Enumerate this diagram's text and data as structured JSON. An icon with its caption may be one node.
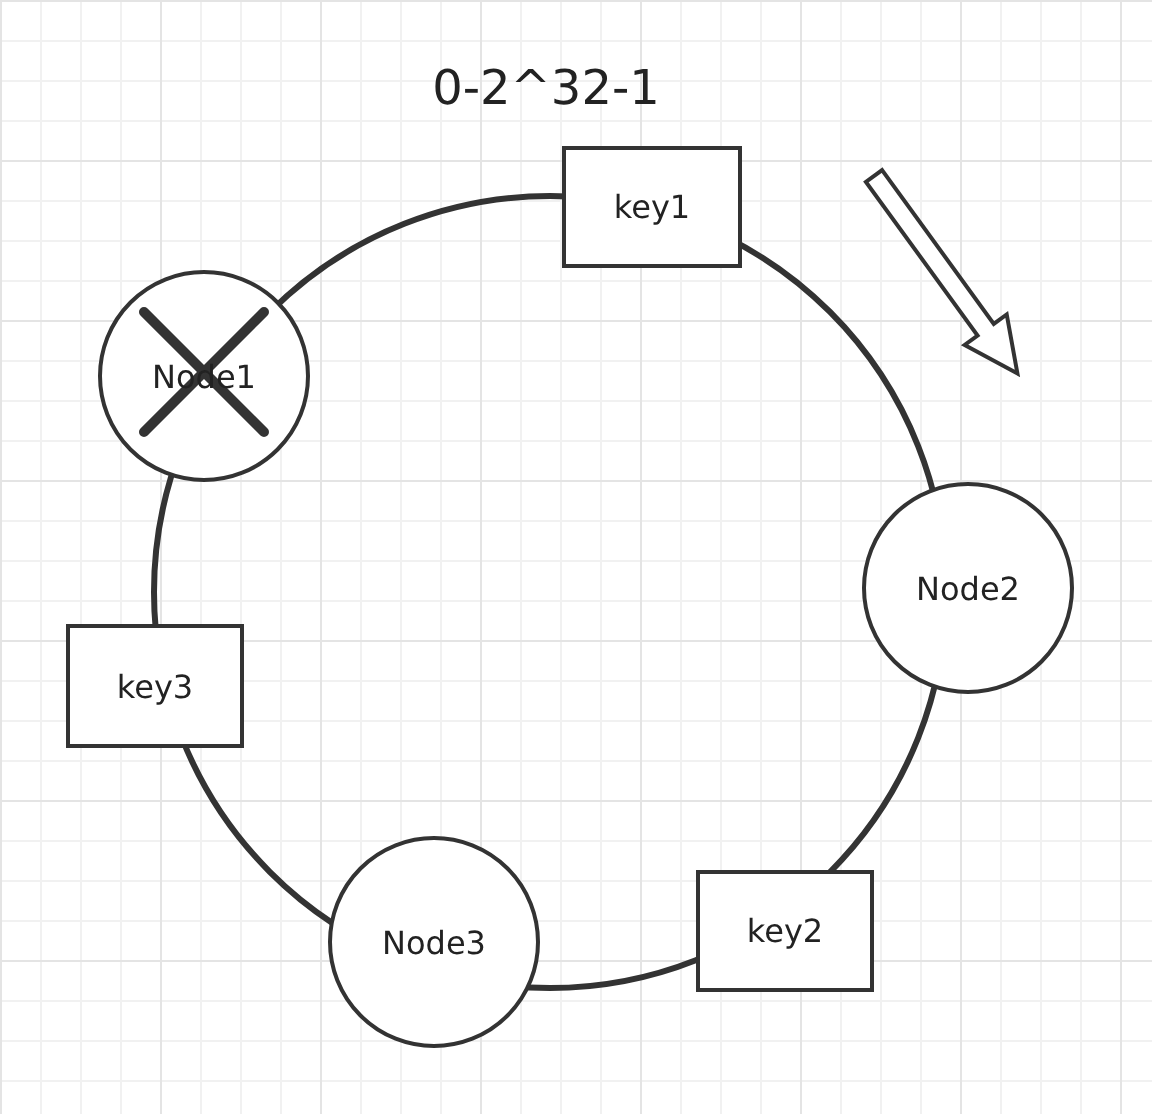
{
  "diagram": {
    "nodes": [
      {
        "text": [
          "key1"
        ]
      },
      {
        "text": [
          "Node1"
        ]
      },
      {
        "text": [
          "Node2"
        ]
      },
      {
        "text": [
          "key3"
        ]
      },
      {
        "text": [
          "key2"
        ]
      },
      {
        "text": [
          "Node3"
        ]
      }
    ],
    "edges": [],
    "labels": [
      "0-2^32-1"
    ]
  }
}
